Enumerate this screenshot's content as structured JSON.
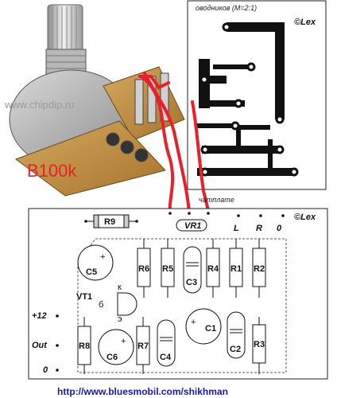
{
  "header": {
    "top_caption": "оводников (M=2:1)",
    "bottom_caption": "чатплате",
    "watermark": "www.chipdip.ru"
  },
  "copyright_top": "©Lex",
  "copyright_bottom": "©Lex",
  "pot_photo": {
    "label": "B100k"
  },
  "terminals": {
    "L": "L",
    "R": "R",
    "zero_top": "0",
    "vr1": "VR1"
  },
  "resistors": {
    "R9": "R9",
    "R6": "R6",
    "R5": "R5",
    "R4": "R4",
    "R1": "R1",
    "R2": "R2",
    "R8": "R8",
    "R7": "R7",
    "R3": "R3"
  },
  "capacitors": {
    "C5": "C5",
    "C3": "C3",
    "C6": "C6",
    "C4": "C4",
    "C1": "C1",
    "C2": "C2"
  },
  "transistor": {
    "name": "VT1",
    "pin_k": "к",
    "pin_b": "б",
    "pin_e": "э"
  },
  "power_labels": {
    "plus12": "+12",
    "out": "Out",
    "zero": "0"
  },
  "footer": {
    "url": "http://www.bluesmobil.com/shikhman"
  },
  "colors": {
    "wire_red": "#e8202a",
    "copper_track": "#111111",
    "pot_body": "#c89a3a",
    "url_blue": "#1a1aa8"
  }
}
